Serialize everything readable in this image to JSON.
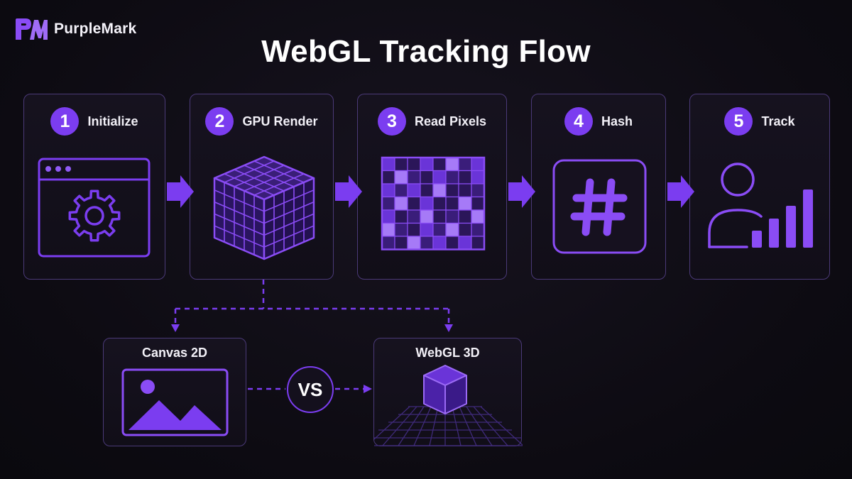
{
  "brand": {
    "name": "PurpleMark",
    "logo_icon": "pm-logo-icon"
  },
  "title": "WebGL Tracking Flow",
  "steps": [
    {
      "number": "1",
      "label": "Initialize",
      "icon": "browser-gear-icon"
    },
    {
      "number": "2",
      "label": "GPU Render",
      "icon": "grid-cube-icon"
    },
    {
      "number": "3",
      "label": "Read Pixels",
      "icon": "pixel-grid-icon"
    },
    {
      "number": "4",
      "label": "Hash",
      "icon": "hash-icon"
    },
    {
      "number": "5",
      "label": "Track",
      "icon": "user-chart-icon"
    }
  ],
  "comparison": {
    "left": {
      "label": "Canvas 2D",
      "icon": "image-icon"
    },
    "vs_label": "VS",
    "right": {
      "label": "WebGL 3D",
      "icon": "cube-on-grid-icon"
    }
  },
  "colors": {
    "accent": "#7b3df0",
    "accent_light": "#9b6af5",
    "card_border": "#4b3a78",
    "background": "#0e0c14"
  }
}
